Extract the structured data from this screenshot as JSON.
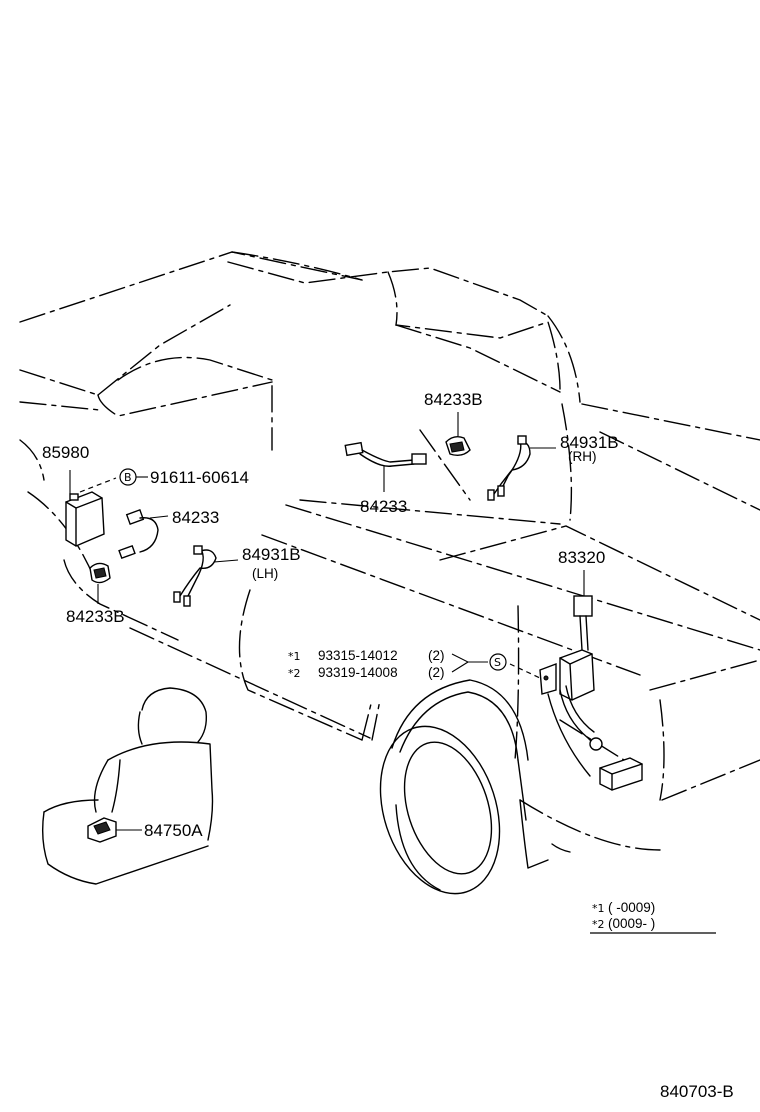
{
  "diagram_id": "840703-B",
  "callouts": {
    "p85980": "85980",
    "p84233_left": "84233",
    "p84233B_left": "84233B",
    "p84931B_left": "84931B",
    "p84931B_left_side": "(LH)",
    "p84233B_right": "84233B",
    "p84233_right": "84233",
    "p84931B_right": "84931B",
    "p84931B_right_side": "(RH)",
    "p83320": "83320",
    "p84750A": "84750A"
  },
  "bolts": {
    "b_symbol": "B",
    "b_part": "91611-60614",
    "s_symbol": "S",
    "s_row1_mark": "*1",
    "s_row1_part": "93315-14012",
    "s_row1_qty": "(2)",
    "s_row2_mark": "*2",
    "s_row2_part": "93319-14008",
    "s_row2_qty": "(2)"
  },
  "notes": {
    "row1_mark": "*1",
    "row1_range": "(      -0009)",
    "row2_mark": "*2",
    "row2_range": "(0009-       )"
  }
}
